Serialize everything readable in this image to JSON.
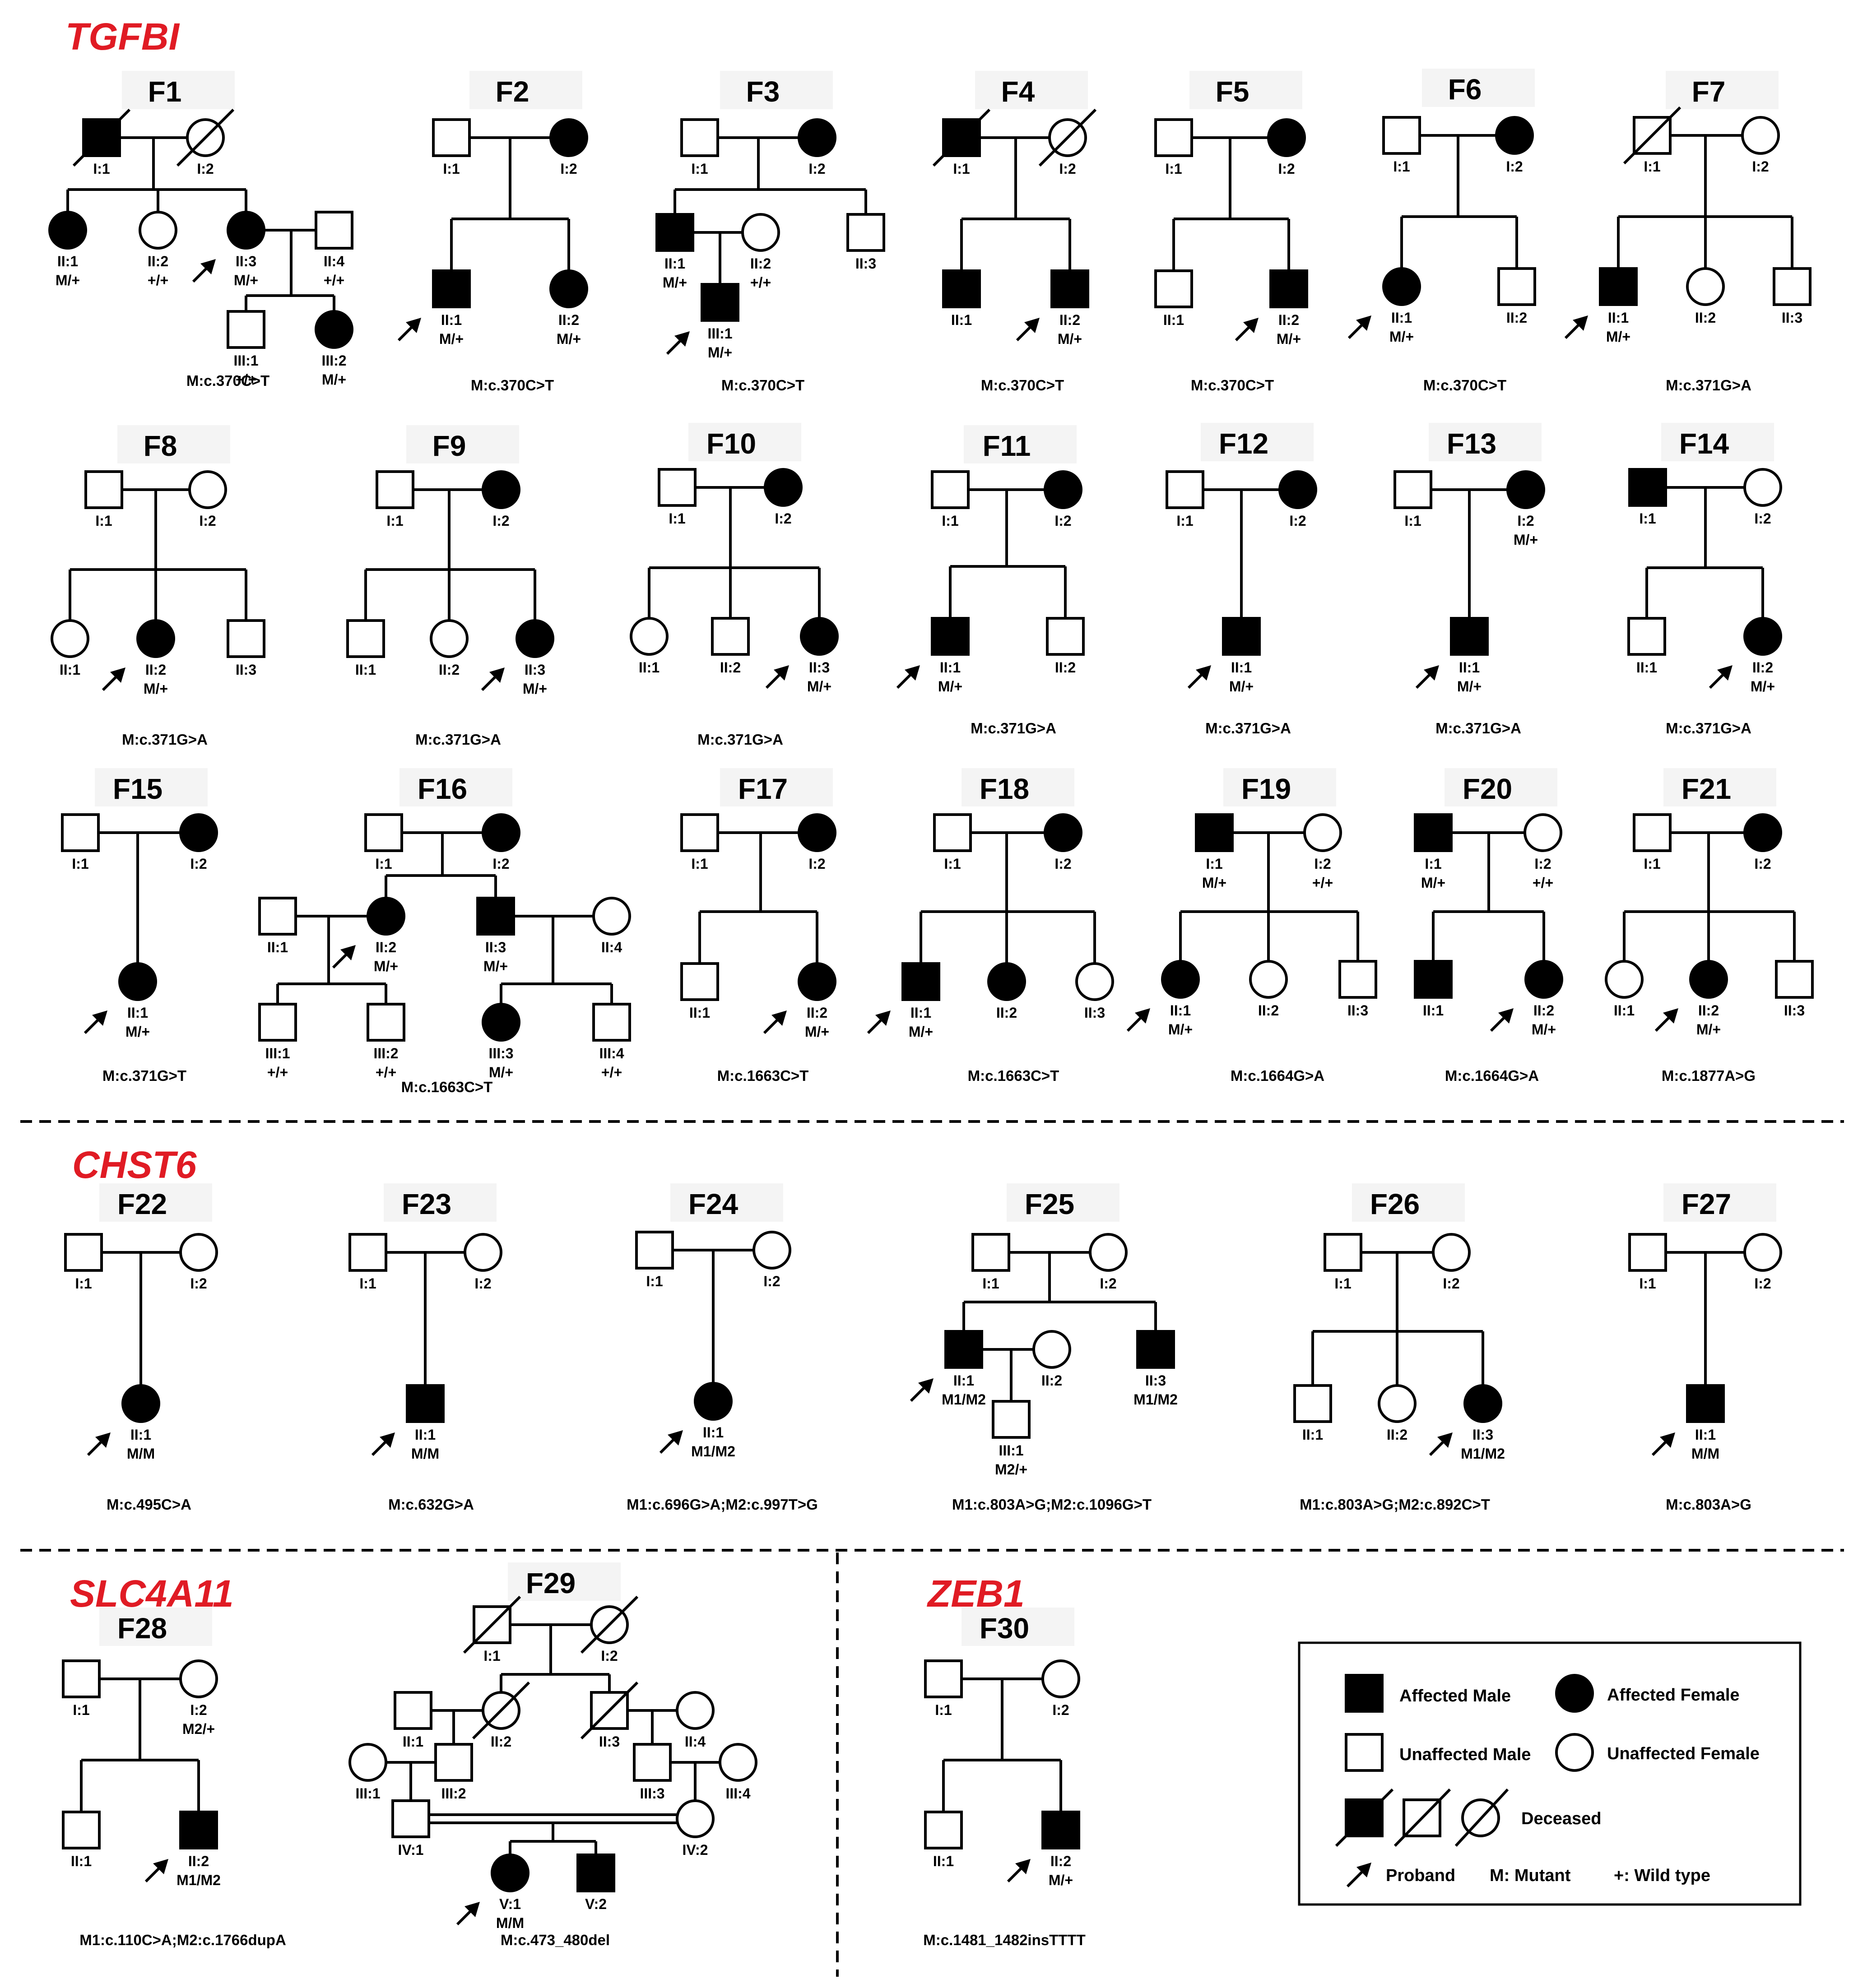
{
  "sections": [
    "TGFBI",
    "CHST6",
    "SLC4A11",
    "ZEB1"
  ],
  "families": [
    {
      "id": "F1",
      "mutation": "M:c.370C>T"
    },
    {
      "id": "F2",
      "mutation": "M:c.370C>T"
    },
    {
      "id": "F3",
      "mutation": "M:c.370C>T"
    },
    {
      "id": "F4",
      "mutation": "M:c.370C>T"
    },
    {
      "id": "F5",
      "mutation": "M:c.370C>T"
    },
    {
      "id": "F6",
      "mutation": "M:c.370C>T"
    },
    {
      "id": "F7",
      "mutation": "M:c.371G>A"
    },
    {
      "id": "F8",
      "mutation": "M:c.371G>A"
    },
    {
      "id": "F9",
      "mutation": "M:c.371G>A"
    },
    {
      "id": "F10",
      "mutation": "M:c.371G>A"
    },
    {
      "id": "F11",
      "mutation": "M:c.371G>A"
    },
    {
      "id": "F12",
      "mutation": "M:c.371G>A"
    },
    {
      "id": "F13",
      "mutation": "M:c.371G>A"
    },
    {
      "id": "F14",
      "mutation": "M:c.371G>A"
    },
    {
      "id": "F15",
      "mutation": "M:c.371G>T"
    },
    {
      "id": "F16",
      "mutation": "M:c.1663C>T"
    },
    {
      "id": "F17",
      "mutation": "M:c.1663C>T"
    },
    {
      "id": "F18",
      "mutation": "M:c.1663C>T"
    },
    {
      "id": "F19",
      "mutation": "M:c.1664G>A"
    },
    {
      "id": "F20",
      "mutation": "M:c.1664G>A"
    },
    {
      "id": "F21",
      "mutation": "M:c.1877A>G"
    },
    {
      "id": "F22",
      "mutation": "M:c.495C>A"
    },
    {
      "id": "F23",
      "mutation": "M:c.632G>A"
    },
    {
      "id": "F24",
      "mutation": "M1:c.696G>A;M2:c.997T>G"
    },
    {
      "id": "F25",
      "mutation": "M1:c.803A>G;M2:c.1096G>T"
    },
    {
      "id": "F26",
      "mutation": "M1:c.803A>G;M2:c.892C>T"
    },
    {
      "id": "F27",
      "mutation": "M:c.803A>G"
    },
    {
      "id": "F28",
      "mutation": "M1:c.110C>A;M2:c.1766dupA"
    },
    {
      "id": "F29",
      "mutation": "M:c.473_480del"
    },
    {
      "id": "F30",
      "mutation": "M:c.1481_1482insTTTT"
    }
  ],
  "legend": {
    "affected_male": "Affected Male",
    "affected_female": "Affected Female",
    "unaffected_male": "Unaffected Male",
    "unaffected_female": "Unaffected Female",
    "deceased": "Deceased",
    "proband": "Proband",
    "mutant": "M: Mutant",
    "wild_type": "+: Wild type"
  },
  "icons": {
    "affected_male": "filled-square-icon",
    "affected_female": "filled-circle-icon",
    "unaffected_male": "open-square-icon",
    "unaffected_female": "open-circle-icon",
    "deceased": "slashed-symbol-icon",
    "proband": "arrow-icon"
  },
  "colors": {
    "section_title": "#e01b24",
    "symbol": "#000000",
    "background": "#ffffff"
  }
}
